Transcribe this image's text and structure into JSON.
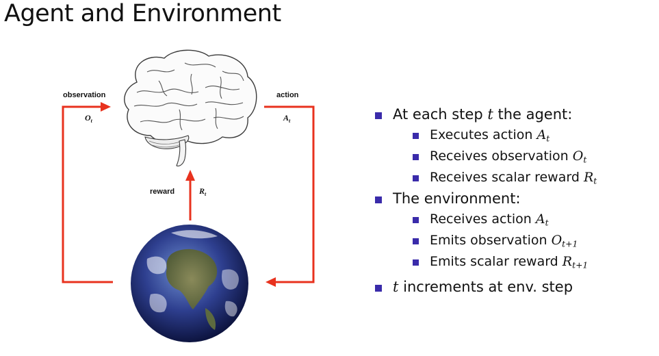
{
  "title": "Agent and Environment",
  "diagram": {
    "observation_label": "observation",
    "action_label": "action",
    "reward_label": "reward",
    "observation_symbol": "O",
    "action_symbol": "A",
    "reward_symbol": "R",
    "time_subscript": "t",
    "arrow_color": "#e8321e",
    "agent_icon": "brain-icon",
    "environment_icon": "earth-icon"
  },
  "bullets": {
    "agent": {
      "head": "At each step ",
      "var": "t",
      "tail": " the agent:",
      "items": [
        {
          "text": "Executes action ",
          "sym": "A",
          "sub": "t"
        },
        {
          "text": "Receives observation ",
          "sym": "O",
          "sub": "t"
        },
        {
          "text": "Receives scalar reward ",
          "sym": "R",
          "sub": "t"
        }
      ]
    },
    "environment": {
      "head": "The environment:",
      "items": [
        {
          "text": "Receives action ",
          "sym": "A",
          "sub": "t"
        },
        {
          "text": "Emits observation ",
          "sym": "O",
          "sub": "t+1"
        },
        {
          "text": "Emits scalar reward ",
          "sym": "R",
          "sub": "t+1"
        }
      ]
    },
    "increment": {
      "var": "t",
      "tail": " increments at env. step"
    }
  },
  "bullet_color": "#3a2baa"
}
